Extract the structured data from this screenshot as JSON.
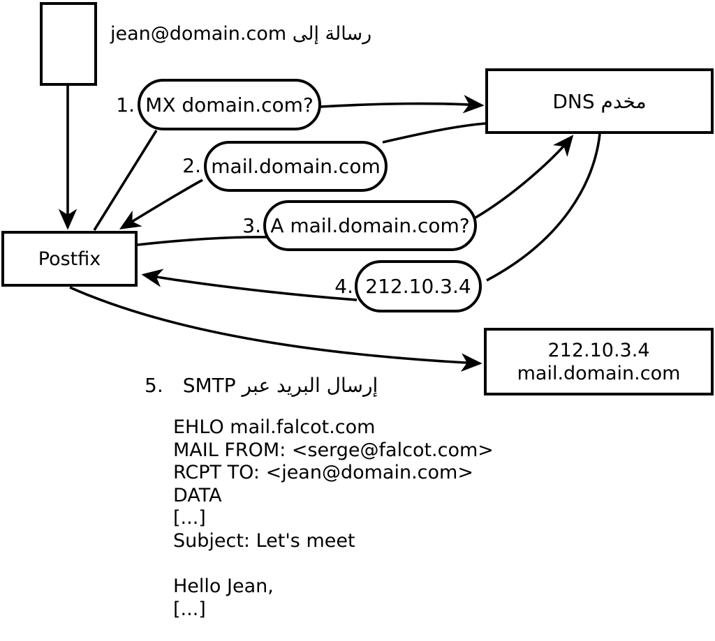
{
  "colors": {
    "ink": "#000000",
    "background": "#ffffff"
  },
  "header": {
    "message_label": "رسالة إلى jean@domain.com"
  },
  "nodes": {
    "message_box": "",
    "postfix": "Postfix",
    "dns_server": "مخدم DNS",
    "mail_server_line1": "212.10.3.4",
    "mail_server_line2": "mail.domain.com"
  },
  "steps": [
    {
      "num": "1.",
      "label": "MX domain.com?"
    },
    {
      "num": "2.",
      "label": "mail.domain.com"
    },
    {
      "num": "3.",
      "label": "A mail.domain.com?"
    },
    {
      "num": "4.",
      "label": "212.10.3.4"
    },
    {
      "num": "5.",
      "label": "إرسال البريد عبر SMTP"
    }
  ],
  "smtp_session": {
    "lines": [
      "EHLO mail.falcot.com",
      "MAIL FROM: <serge@falcot.com>",
      "RCPT TO: <jean@domain.com>",
      "DATA",
      "[...]",
      "Subject: Let's meet",
      "",
      "Hello Jean,",
      "[...]",
      "",
      "."
    ]
  }
}
